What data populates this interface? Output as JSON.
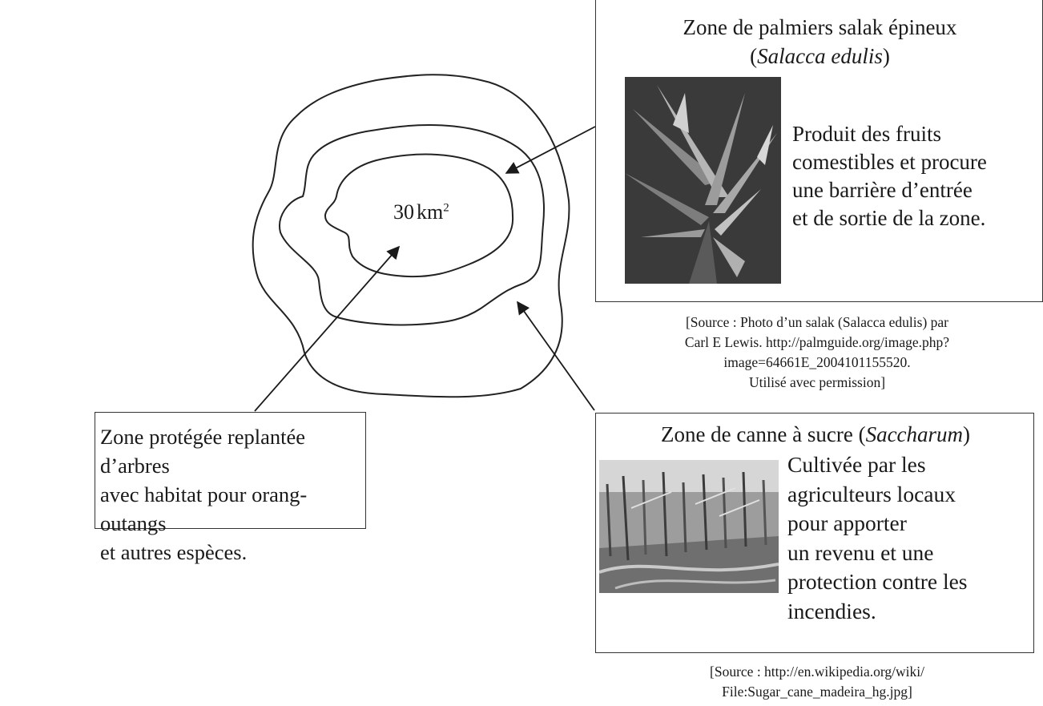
{
  "center_area": {
    "value": "30",
    "unit": "km",
    "exponent": "2"
  },
  "palm_box": {
    "title_line1": "Zone de palmiers salak épineux",
    "title_open": "(",
    "title_italic": "Salacca edulis",
    "title_close": ")",
    "description": [
      "Produit des fruits",
      "comestibles et procure",
      "une barrière d’entrée",
      "et de sortie de la zone."
    ],
    "source": [
      "[Source : Photo d’un salak (Salacca edulis) par",
      "Carl E Lewis. http://palmguide.org/image.php?",
      "image=64661E_2004101155520.",
      "Utilisé avec permission]"
    ]
  },
  "protected_box": {
    "text": [
      "Zone protégée replantée d’arbres",
      "avec habitat pour orang-outangs",
      "et autres espèces."
    ]
  },
  "sugarcane_box": {
    "title_prefix": "Zone de canne à sucre (",
    "title_italic": "Saccharum",
    "title_suffix": ")",
    "description": [
      "Cultivée par les",
      "agriculteurs locaux",
      "pour apporter",
      "un revenu et une",
      "protection contre les",
      "incendies."
    ],
    "source": [
      "[Source : http://en.wikipedia.org/wiki/",
      "File:Sugar_cane_madeira_hg.jpg]"
    ]
  },
  "colors": {
    "ink": "#1a1a1a",
    "line": "#222222",
    "photo_dark": "#2b2b2b",
    "photo_light": "#cfcfcf"
  },
  "icons": [
    "arrow-icon"
  ]
}
